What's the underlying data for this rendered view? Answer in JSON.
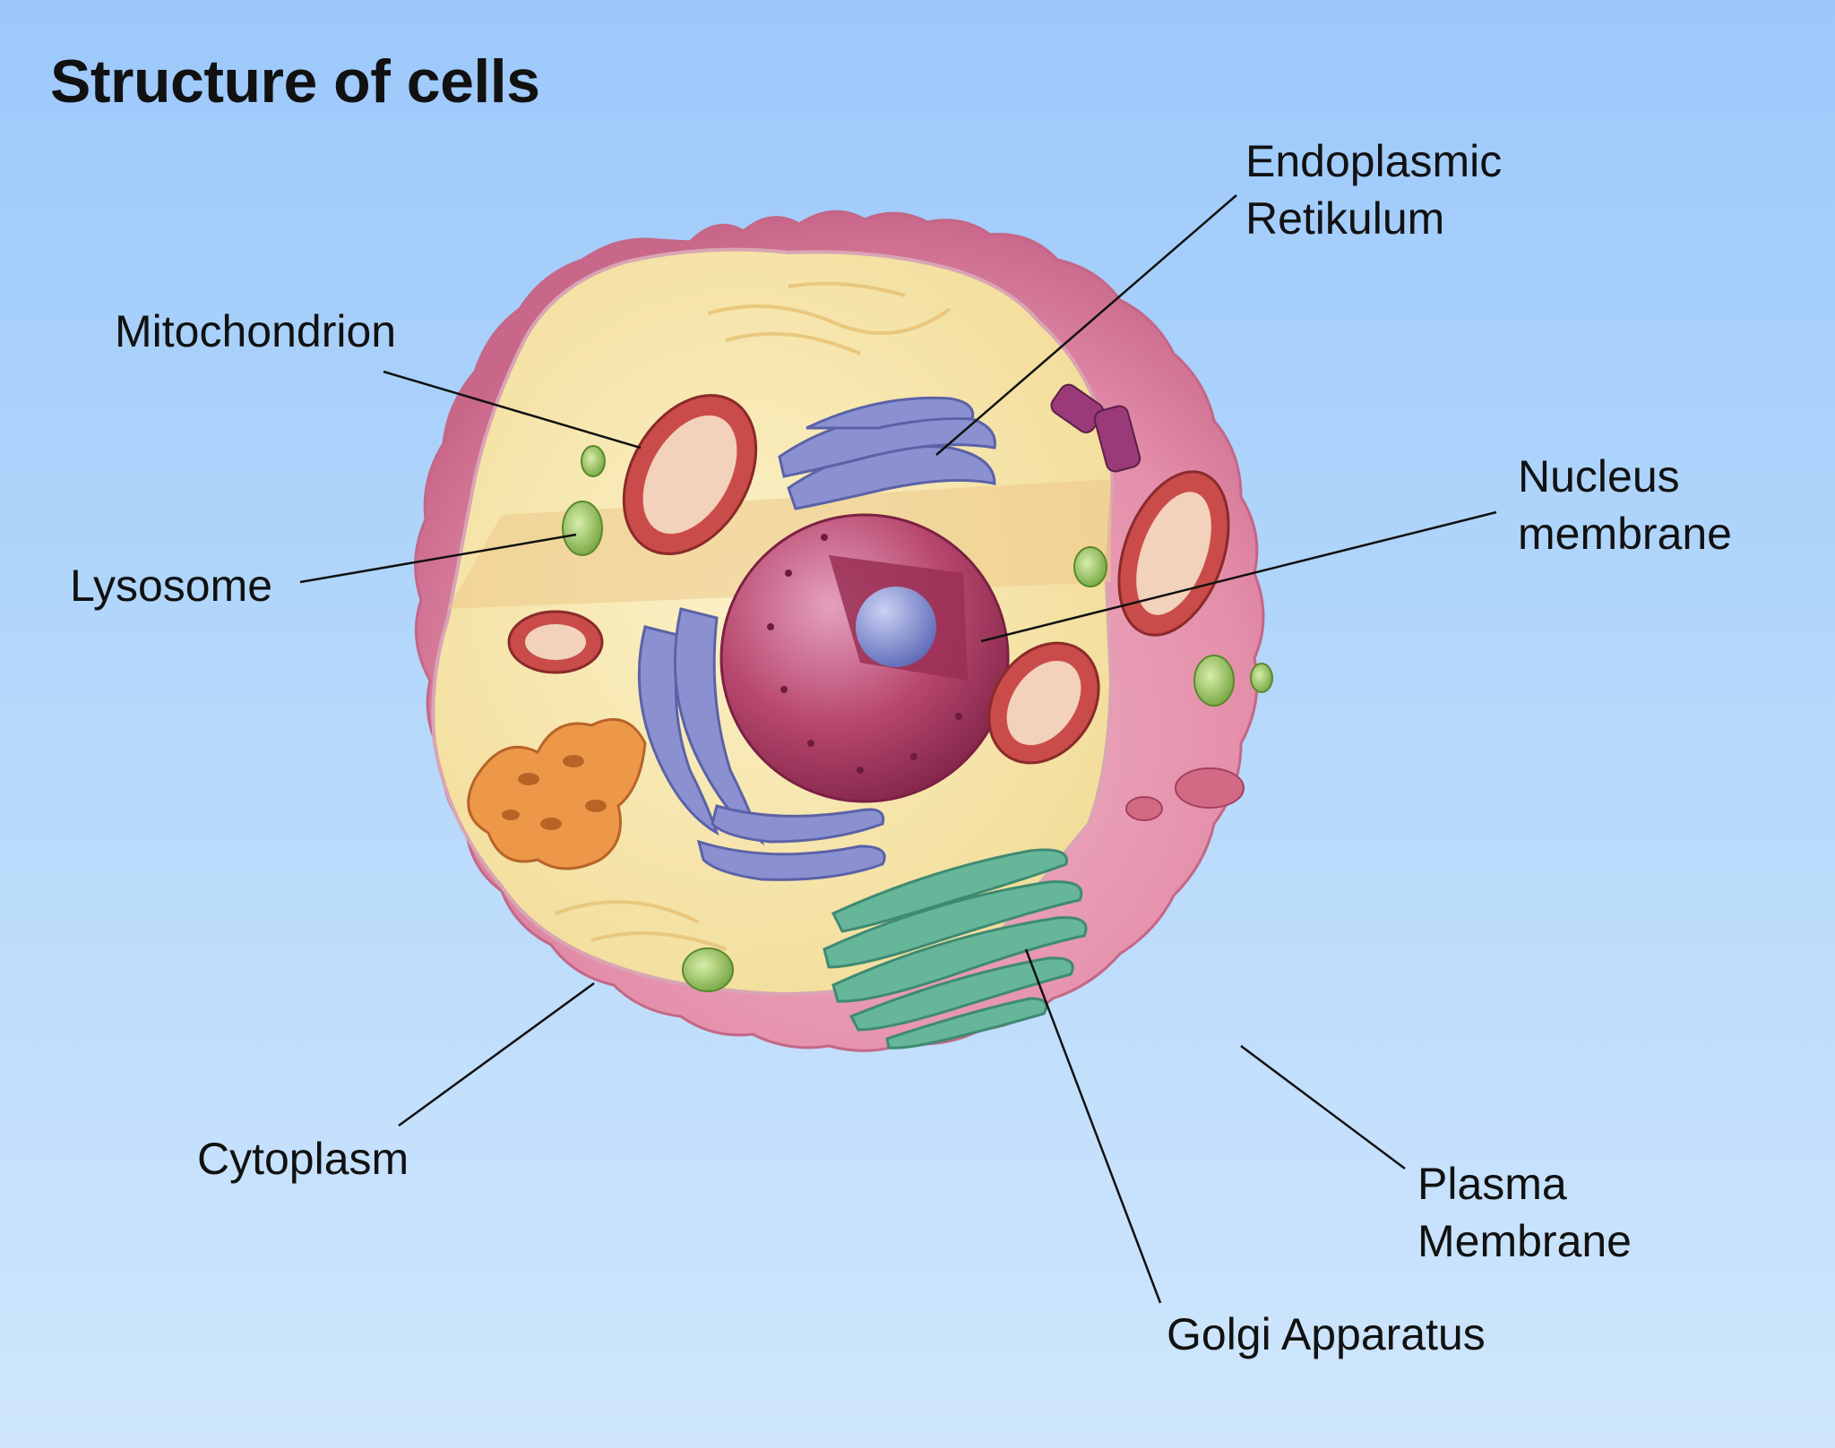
{
  "title": "Structure of cells",
  "labels": {
    "endoplasmic_reticulum": [
      "Endoplasmic",
      "Retikulum"
    ],
    "mitochondrion": "Mitochondrion",
    "nucleus_membrane": [
      "Nucleus",
      "membrane"
    ],
    "lysosome": "Lysosome",
    "cytoplasm": "Cytoplasm",
    "plasma_membrane": [
      "Plasma",
      "Membrane"
    ],
    "golgi_apparatus": "Golgi Apparatus"
  },
  "colors": {
    "background_top": "#9cc8fb",
    "background_bottom": "#cfe6fc",
    "membrane": "#e08aa6",
    "cytoplasm": "#f6e6a6",
    "nucleus": "#b4406e",
    "nucleolus": "#6a78c4",
    "er": "#7f86c8",
    "mitochondrion": "#c64a48",
    "golgi": "#5aa88f",
    "lysosome": "#8dbf4e",
    "smooth_er": "#e88a3a"
  }
}
